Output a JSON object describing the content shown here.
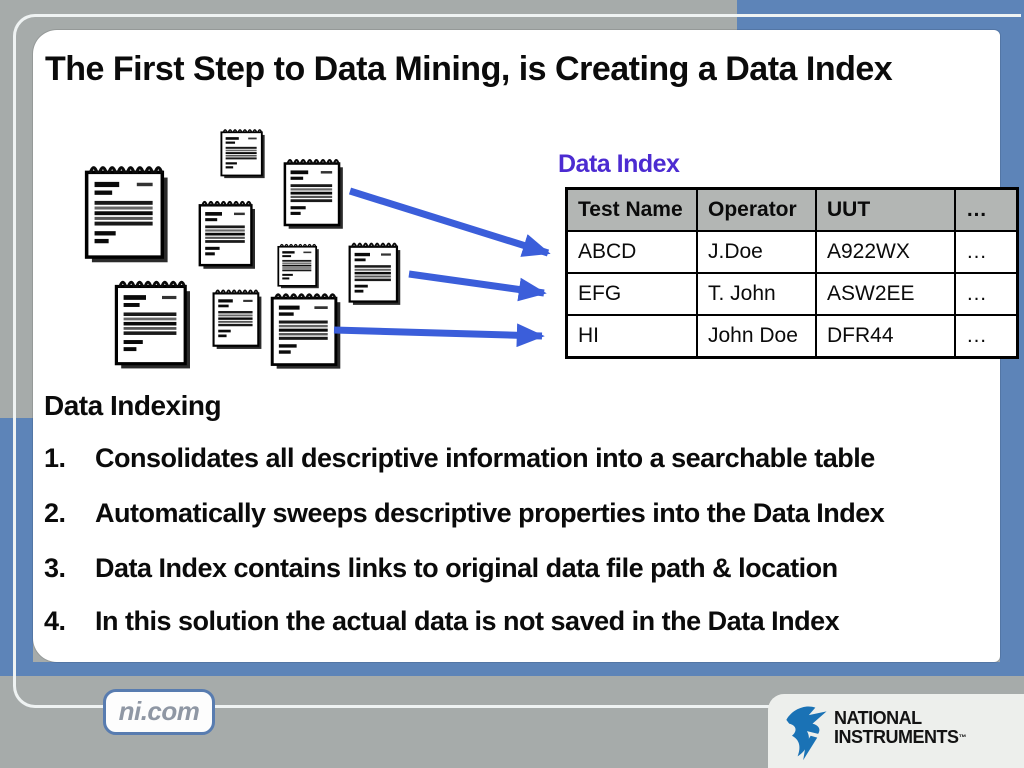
{
  "slide": {
    "title": "The First Step to Data Mining, is Creating a Data Index"
  },
  "diagram": {
    "label": "Data Index",
    "table": {
      "headers": [
        "Test Name",
        "Operator",
        "UUT",
        "…"
      ],
      "rows": [
        [
          "ABCD",
          "J.Doe",
          "A922WX",
          "…"
        ],
        [
          "EFG",
          "T. John",
          "ASW2EE",
          "…"
        ],
        [
          "HI",
          "John Doe",
          "DFR44",
          "…"
        ]
      ]
    },
    "icons": {
      "document": "notepad-icon",
      "arrow": "arrow-right-icon",
      "document_count": 9,
      "arrow_count": 3
    }
  },
  "body": {
    "heading": "Data Indexing",
    "items": [
      {
        "num": "1.",
        "text": "Consolidates all descriptive information into a searchable table"
      },
      {
        "num": "2.",
        "text": "Automatically sweeps descriptive properties into the Data Index"
      },
      {
        "num": "3.",
        "text": "Data Index contains links to original data file path & location"
      },
      {
        "num": "4.",
        "text": "In this solution the actual data is not saved in the Data Index"
      }
    ]
  },
  "footer": {
    "badge": "ni.com",
    "logo_icon": "ni-eagle-icon",
    "logo_line1": "NATIONAL",
    "logo_line2": "INSTRUMENTS",
    "logo_tm": "™"
  },
  "colors": {
    "bg_gray": "#a6abaa",
    "template_blue": "#5d84b8",
    "arrow_blue": "#3b5eda",
    "label_purple": "#4c2bd1",
    "header_gray": "#b3b6b4",
    "ni_blue": "#1a72b5"
  }
}
